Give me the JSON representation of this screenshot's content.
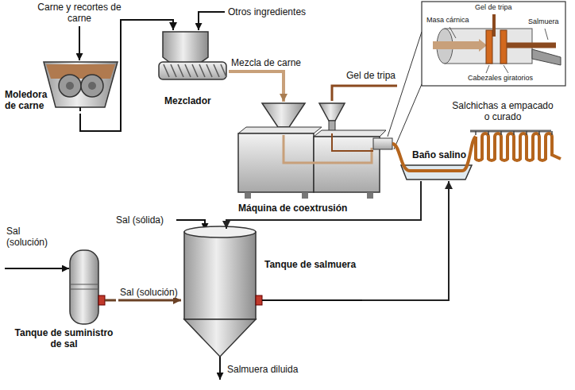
{
  "diagram": {
    "nodes": [
      {
        "text": [
          "Moledora de carne"
        ]
      },
      {
        "text": [
          "Mezclador"
        ]
      },
      {
        "text": [
          "Máquina de coextrusión"
        ]
      },
      {
        "text": [
          "Baño salino"
        ]
      },
      {
        "text": [
          "Tanque de salmuera"
        ]
      },
      {
        "text": [
          "Tanque de suministro de sal"
        ]
      }
    ],
    "edges": [
      {
        "from": 0,
        "to": 1,
        "arrow": "to"
      },
      {
        "from": 1,
        "to": 2,
        "label": "Mezcla de carne",
        "arrow": "to"
      },
      {
        "from": 3,
        "to": 4,
        "arrow": "to"
      },
      {
        "from": 4,
        "to": 3,
        "arrow": "to"
      },
      {
        "from": 5,
        "to": 4,
        "label": "Sal (solución)",
        "arrow": "to"
      }
    ],
    "labels": [
      "Carne y recortes de carne",
      "Otros ingredientes",
      "Gel de tripa",
      "Gel de tripa",
      "Masa cárnica",
      "Salmuera",
      "Cabezales giratorios",
      "Salchichas a empacado o curado",
      "Sal (sólida)",
      "Sal (solución)",
      "Salmuera diluida"
    ]
  }
}
